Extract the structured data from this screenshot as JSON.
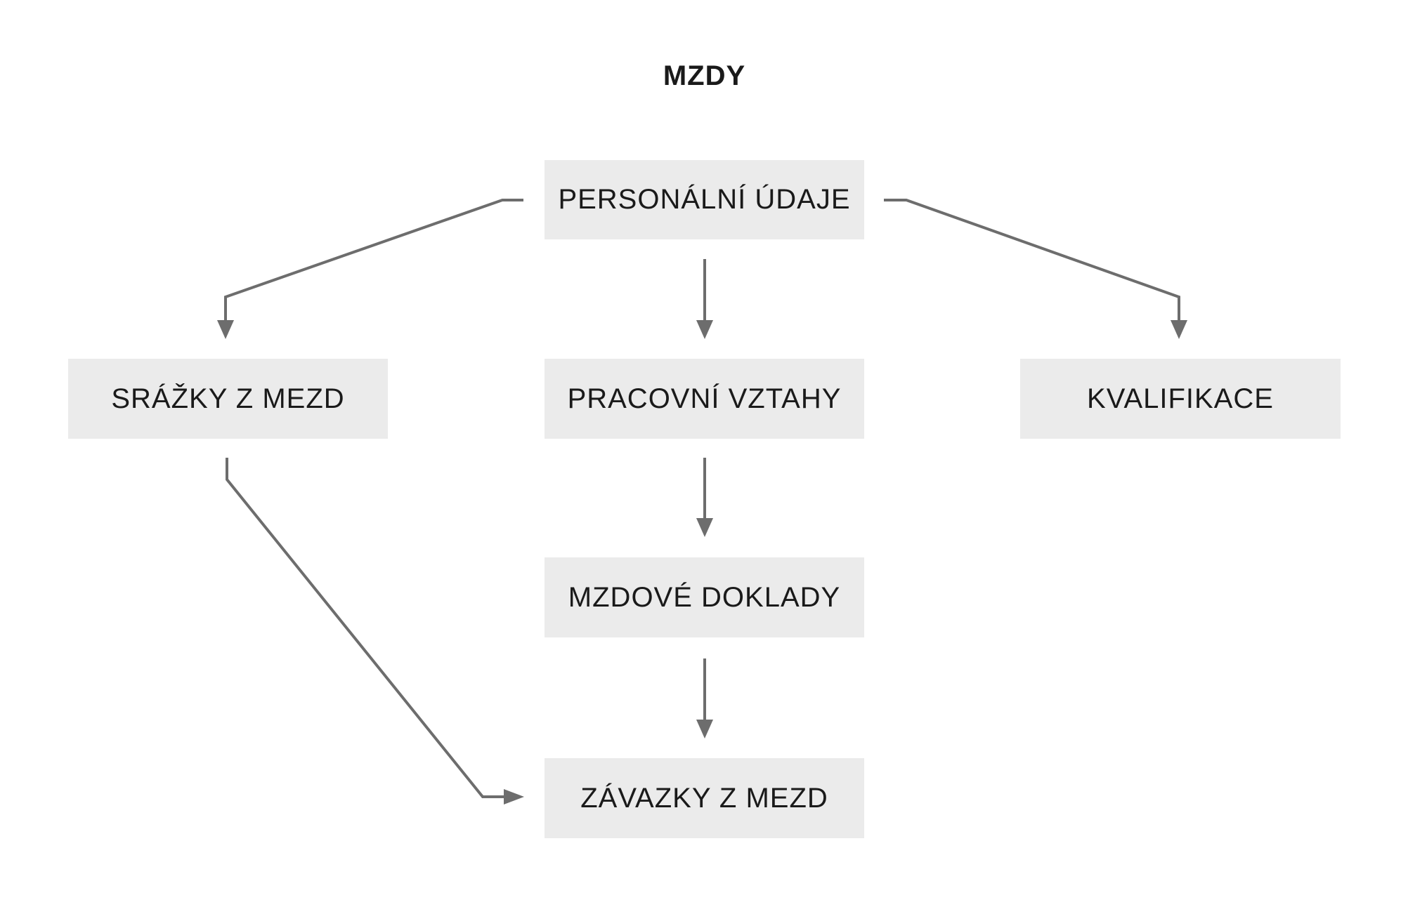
{
  "title": "MZDY",
  "colors": {
    "background": "#ffffff",
    "box_fill": "#ebebeb",
    "text": "#1a1a1a",
    "connector": "#6d6d6d"
  },
  "diagram": {
    "nodes": [
      {
        "id": "personalni-udaje",
        "label": "PERSONÁLNÍ ÚDAJE"
      },
      {
        "id": "srazky-z-mezd",
        "label": "SRÁŽKY Z MEZD"
      },
      {
        "id": "pracovni-vztahy",
        "label": "PRACOVNÍ VZTAHY"
      },
      {
        "id": "kvalifikace",
        "label": "KVALIFIKACE"
      },
      {
        "id": "mzdove-doklady",
        "label": "MZDOVÉ DOKLADY"
      },
      {
        "id": "zavazky-z-mezd",
        "label": "ZÁVAZKY Z MEZD"
      }
    ],
    "edges": [
      {
        "from": "personalni-udaje",
        "to": "srazky-z-mezd"
      },
      {
        "from": "personalni-udaje",
        "to": "pracovni-vztahy"
      },
      {
        "from": "personalni-udaje",
        "to": "kvalifikace"
      },
      {
        "from": "pracovni-vztahy",
        "to": "mzdove-doklady"
      },
      {
        "from": "mzdove-doklady",
        "to": "zavazky-z-mezd"
      },
      {
        "from": "srazky-z-mezd",
        "to": "zavazky-z-mezd"
      }
    ]
  }
}
